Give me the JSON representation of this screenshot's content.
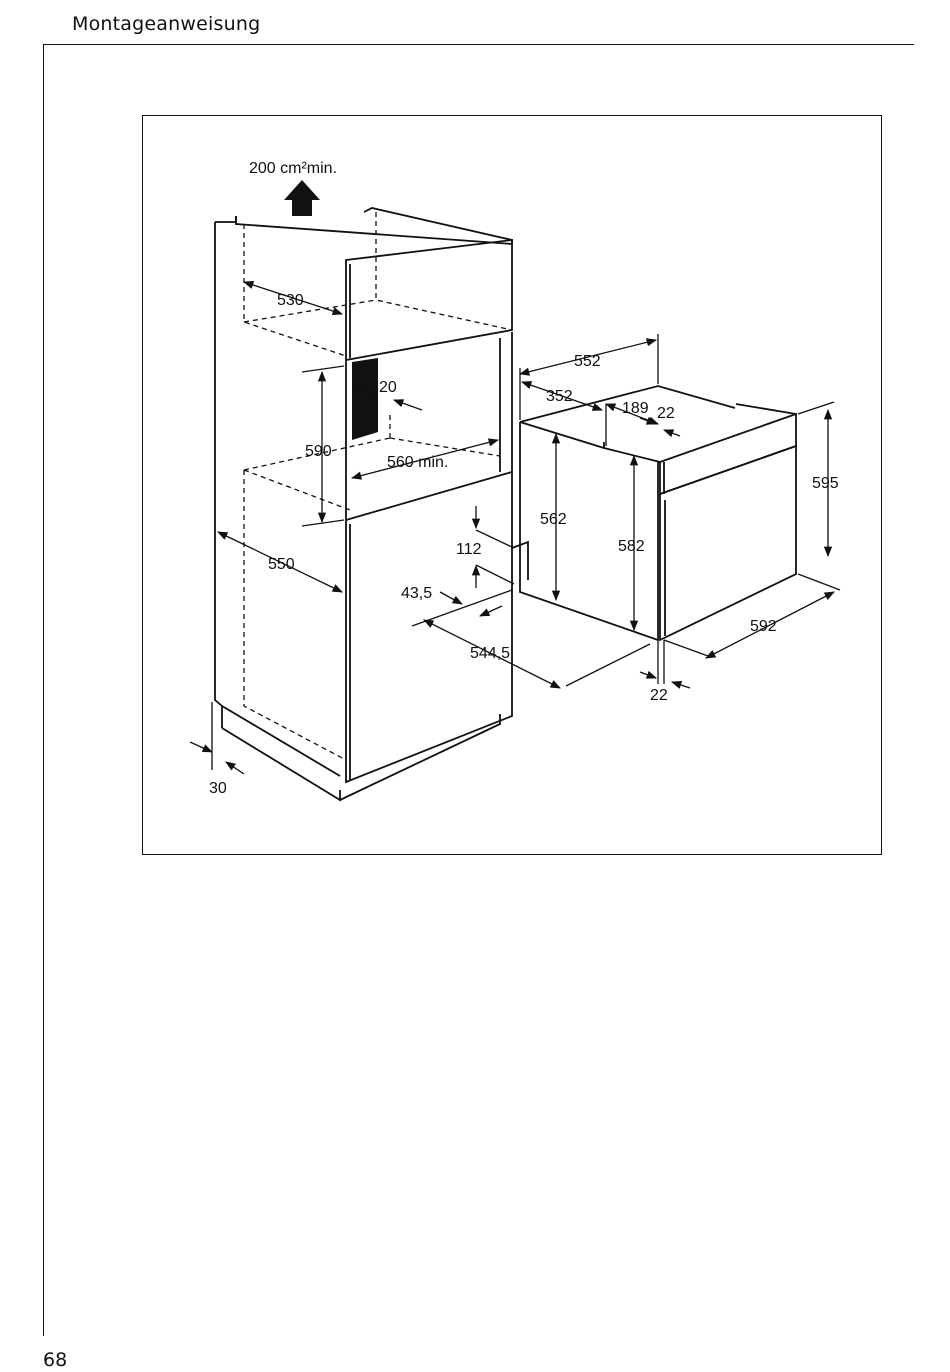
{
  "header": {
    "title": "Montageanweisung"
  },
  "page": {
    "number": "68"
  },
  "figure": {
    "vent": "200 cm²min.",
    "labels": {
      "d530": "530",
      "d20": "20",
      "d590": "590",
      "d560": "560 min.",
      "d550": "550",
      "d112": "112",
      "d43_5": "43,5",
      "d544_5": "544,5",
      "d30": "30",
      "d552": "552",
      "d352": "352",
      "d189": "189",
      "d22_top": "22",
      "d562": "562",
      "d582": "582",
      "d595": "595",
      "d592": "592",
      "d22_bottom": "22"
    }
  }
}
